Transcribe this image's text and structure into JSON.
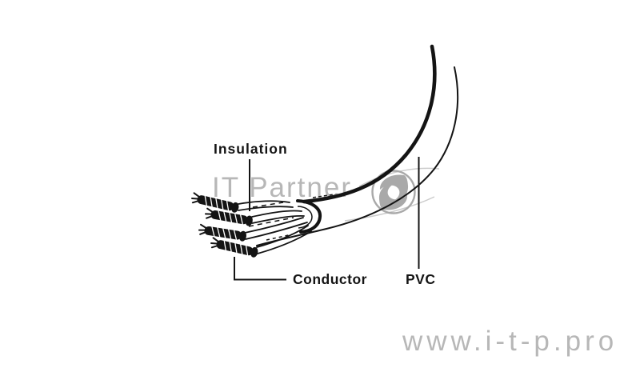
{
  "colors": {
    "background": "#ffffff",
    "ink": "#141414",
    "watermark_text": "#b7b7b7",
    "watermark_logo": "#a9a9a9",
    "watermark_light": "#cccccc"
  },
  "diagram": {
    "labels": {
      "insulation": "Insulation",
      "conductor": "Conductor",
      "pvc": "PVC"
    }
  },
  "watermark": {
    "brand": "IT Partner",
    "logo_icon": "s-swoosh-globe-icon",
    "website": "www.i-t-p.pro"
  }
}
